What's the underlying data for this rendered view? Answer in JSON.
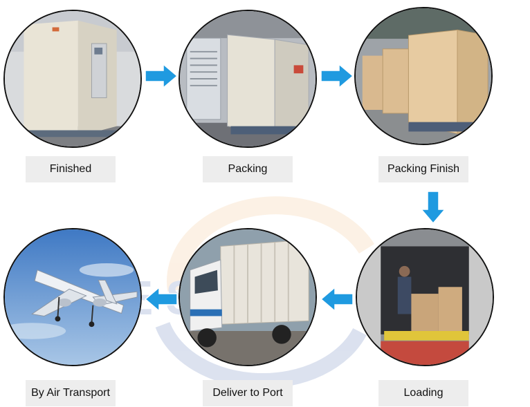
{
  "steps": [
    {
      "label": "Finished",
      "scene": "compressor-unit"
    },
    {
      "label": "Packing",
      "scene": "wrapped-units"
    },
    {
      "label": "Packing Finish",
      "scene": "wooden-crates"
    },
    {
      "label": "Loading",
      "scene": "container-loading"
    },
    {
      "label": "Deliver to Port",
      "scene": "delivery-truck"
    },
    {
      "label": "By Air Transport",
      "scene": "airplane"
    }
  ],
  "colors": {
    "arrow_fill": "#1f9ae0",
    "arrow_stroke": "#ffffff",
    "caption_bg": "#ededed",
    "watermark_blue": "#3b5fa8",
    "watermark_orange": "#f0b070"
  }
}
